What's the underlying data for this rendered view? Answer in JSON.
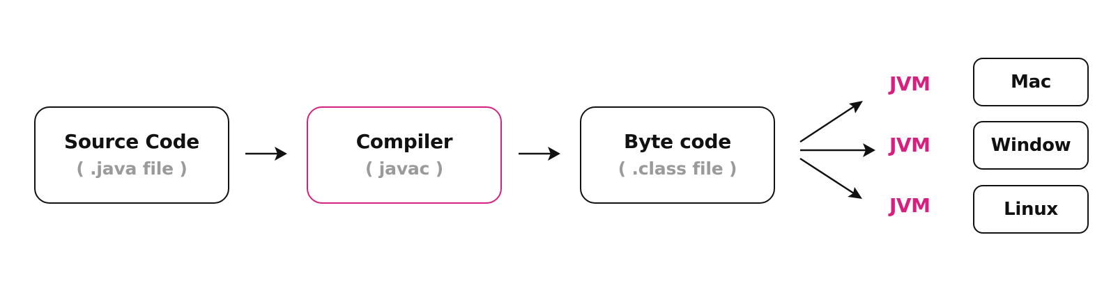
{
  "nodes": {
    "source": {
      "title": "Source Code",
      "subtitle": "( .java file )"
    },
    "compiler": {
      "title": "Compiler",
      "subtitle": "( javac )"
    },
    "bytecode": {
      "title": "Byte code",
      "subtitle": "( .class file )"
    }
  },
  "jvm_labels": [
    "JVM",
    "JVM",
    "JVM"
  ],
  "platforms": [
    "Mac",
    "Window",
    "Linux"
  ],
  "colors": {
    "accent": "#d61f7e",
    "text": "#111111",
    "subtext": "#9a9a9a",
    "border": "#111111"
  }
}
